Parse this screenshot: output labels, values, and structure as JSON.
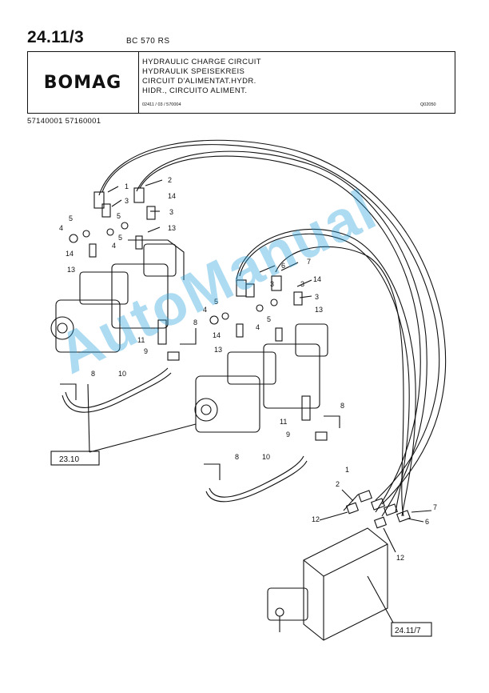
{
  "header": {
    "page_number": "24.11/3",
    "model": "BC 570 RS",
    "logo": "BOMAG",
    "titles": [
      "HYDRAULIC CHARGE CIRCUIT",
      "HYDRAULIK SPEISEKREIS",
      "CIRCUIT D'ALIMENTAT.HYDR.",
      "HIDR., CIRCUITO ALIMENT."
    ],
    "ref_code": "02411 / 03 / 570004",
    "drawing_id": "Q02050",
    "part_numbers": "57140001  57160001"
  },
  "callouts": {
    "c1": "1",
    "c2": "2",
    "c3": "3",
    "c3b": "3",
    "c4": "4",
    "c5": "5",
    "c5b": "5",
    "c4b": "4",
    "c14": "14",
    "c14b": "14",
    "c13": "13",
    "c13b": "13",
    "c6": "6",
    "c7": "7",
    "c3c": "3",
    "c3d": "3",
    "c3e": "3",
    "c14c": "14",
    "c14d": "14",
    "c13c": "13",
    "c13d": "13",
    "c4c": "4",
    "c5c": "5",
    "c5d": "5",
    "c4d": "4",
    "c8": "8",
    "c11": "11",
    "c9": "9",
    "c8b": "8",
    "c10": "10",
    "c8c": "8",
    "c11b": "11",
    "c9b": "9",
    "c8d": "8",
    "c10b": "10",
    "c1b": "1",
    "c2b": "2",
    "c12": "12",
    "c12b": "12",
    "c7b": "7",
    "c6b": "6"
  },
  "ref_boxes": {
    "left": "23.10",
    "right": "24.11/7"
  },
  "watermark": "AutoManual"
}
